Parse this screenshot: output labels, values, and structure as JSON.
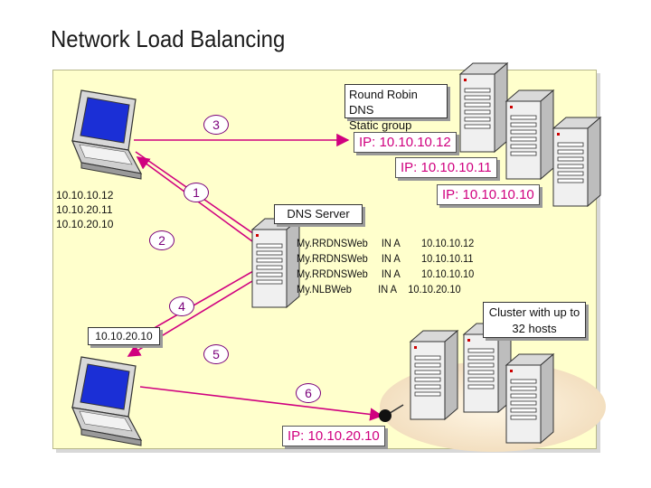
{
  "title": "Network Load Balancing",
  "round_robin": {
    "line1": "Round Robin DNS",
    "line2": "Static group"
  },
  "ips": {
    "ip_12": "IP: 10.10.10.12",
    "ip_11": "IP: 10.10.10.11",
    "ip_10": "IP: 10.10.10.10",
    "ip_cluster": "IP: 10.10.20.10"
  },
  "client_list": [
    "10.10.10.12",
    "10.10.20.11",
    "10.10.20.10"
  ],
  "client_bottom_ip": "10.10.20.10",
  "dns_server": {
    "label": "DNS Server",
    "records": [
      {
        "name": "My.RRDNSWeb",
        "type": "IN A",
        "ip": "10.10.10.12"
      },
      {
        "name": "My.RRDNSWeb",
        "type": "IN A",
        "ip": "10.10.10.11"
      },
      {
        "name": "My.RRDNSWeb",
        "type": "IN A",
        "ip": "10.10.10.10"
      },
      {
        "name": "My.NLBWeb",
        "type": "IN A",
        "ip": "10.10.20.10"
      }
    ]
  },
  "cluster_note": {
    "line1": "Cluster with up to",
    "line2": "32 hosts"
  },
  "steps": [
    "1",
    "2",
    "3",
    "4",
    "5",
    "6"
  ],
  "colors": {
    "arrow": "#d0007f",
    "panel": "#ffffcc",
    "screen": "#1b2fd6",
    "server": "#e6e6e6"
  }
}
